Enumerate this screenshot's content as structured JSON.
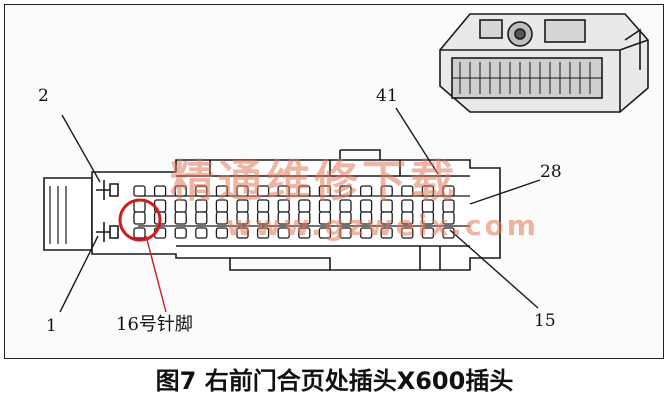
{
  "labels": {
    "pin_2": "2",
    "pin_1": "1",
    "pin_41": "41",
    "pin_28": "28",
    "pin_15": "15",
    "pin_16_note": "16号针脚"
  },
  "caption": "图7 右前门合页处插头X600插头",
  "watermark": {
    "cn": "精通维修下载",
    "url": "www.gzweix.com"
  },
  "colors": {
    "line": "#1a1a1a",
    "highlight_circle": "#d11a1a",
    "watermark": "#e2785a"
  }
}
